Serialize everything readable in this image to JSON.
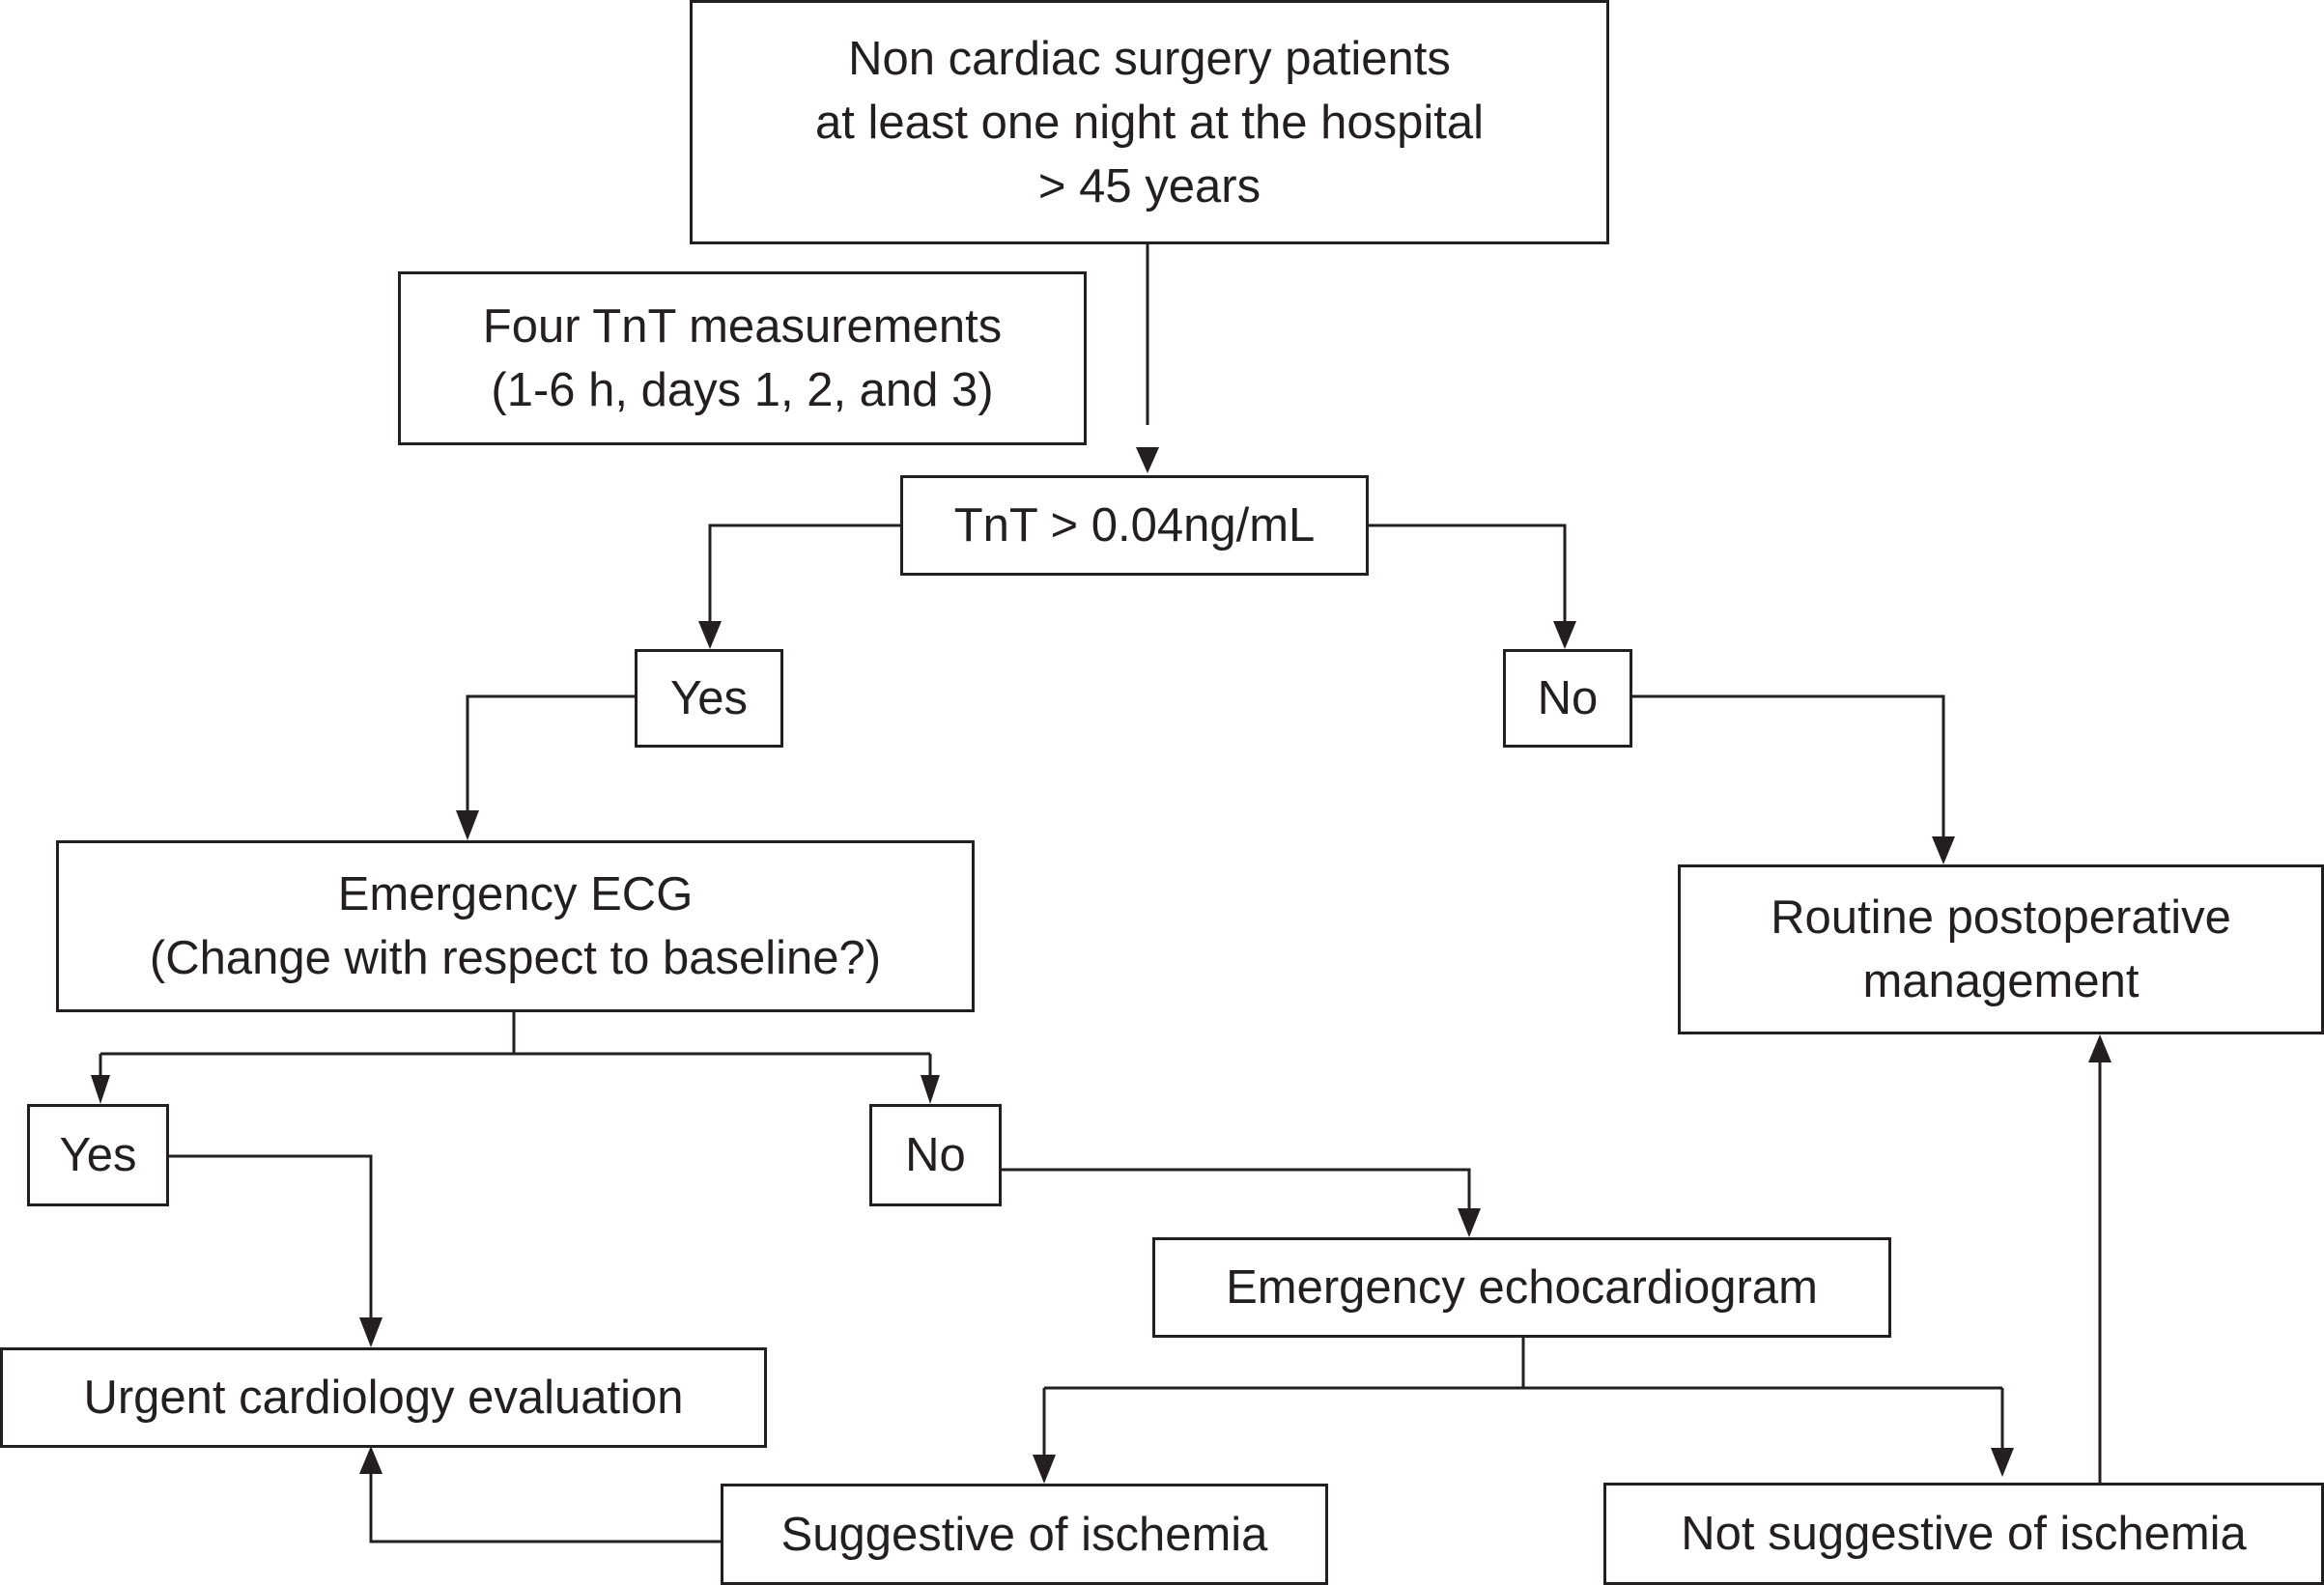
{
  "nodes": {
    "start": {
      "lines": [
        "Non cardiac surgery patients",
        "at least one night at the hospital",
        "> 45 years"
      ]
    },
    "tnt_measurements": {
      "lines": [
        "Four TnT measurements",
        "(1-6 h, days 1, 2, and 3)"
      ]
    },
    "tnt_threshold": {
      "lines": [
        "TnT > 0.04ng/mL"
      ]
    },
    "tnt_yes": {
      "lines": [
        "Yes"
      ]
    },
    "tnt_no": {
      "lines": [
        "No"
      ]
    },
    "emergency_ecg": {
      "lines": [
        "Emergency ECG",
        "(Change with respect to baseline?)"
      ]
    },
    "routine_management": {
      "lines": [
        "Routine postoperative",
        "management"
      ]
    },
    "ecg_yes": {
      "lines": [
        "Yes"
      ]
    },
    "ecg_no": {
      "lines": [
        "No"
      ]
    },
    "echocardiogram": {
      "lines": [
        "Emergency echocardiogram"
      ]
    },
    "cardiology_evaluation": {
      "lines": [
        "Urgent cardiology evaluation"
      ]
    },
    "suggestive": {
      "lines": [
        "Suggestive of ischemia"
      ]
    },
    "not_suggestive": {
      "lines": [
        "Not suggestive of ischemia"
      ]
    }
  },
  "colors": {
    "stroke": "#231f20",
    "background": "#ffffff"
  }
}
